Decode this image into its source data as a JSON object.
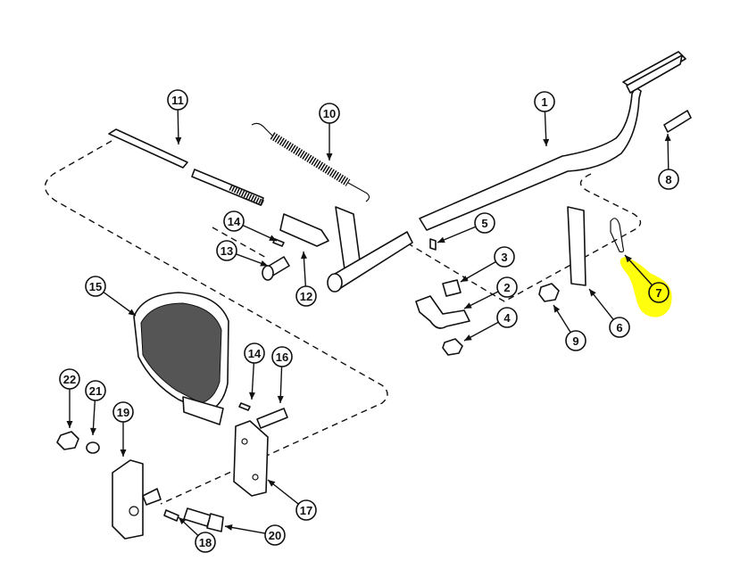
{
  "diagram": {
    "highlight_color": "#ffff00",
    "line_color": "#111111",
    "callouts": [
      {
        "id": "c1",
        "label": "1"
      },
      {
        "id": "c2",
        "label": "2"
      },
      {
        "id": "c3",
        "label": "3"
      },
      {
        "id": "c4",
        "label": "4"
      },
      {
        "id": "c5",
        "label": "5"
      },
      {
        "id": "c6",
        "label": "6"
      },
      {
        "id": "c7",
        "label": "7",
        "highlighted": true
      },
      {
        "id": "c8",
        "label": "8"
      },
      {
        "id": "c9",
        "label": "9"
      },
      {
        "id": "c10",
        "label": "10"
      },
      {
        "id": "c11",
        "label": "11"
      },
      {
        "id": "c12",
        "label": "12"
      },
      {
        "id": "c13",
        "label": "13"
      },
      {
        "id": "c14a",
        "label": "14"
      },
      {
        "id": "c14b",
        "label": "14"
      },
      {
        "id": "c15",
        "label": "15"
      },
      {
        "id": "c16",
        "label": "16"
      },
      {
        "id": "c17",
        "label": "17"
      },
      {
        "id": "c18",
        "label": "18"
      },
      {
        "id": "c19",
        "label": "19"
      },
      {
        "id": "c20",
        "label": "20"
      },
      {
        "id": "c21",
        "label": "21"
      },
      {
        "id": "c22",
        "label": "22"
      }
    ]
  }
}
